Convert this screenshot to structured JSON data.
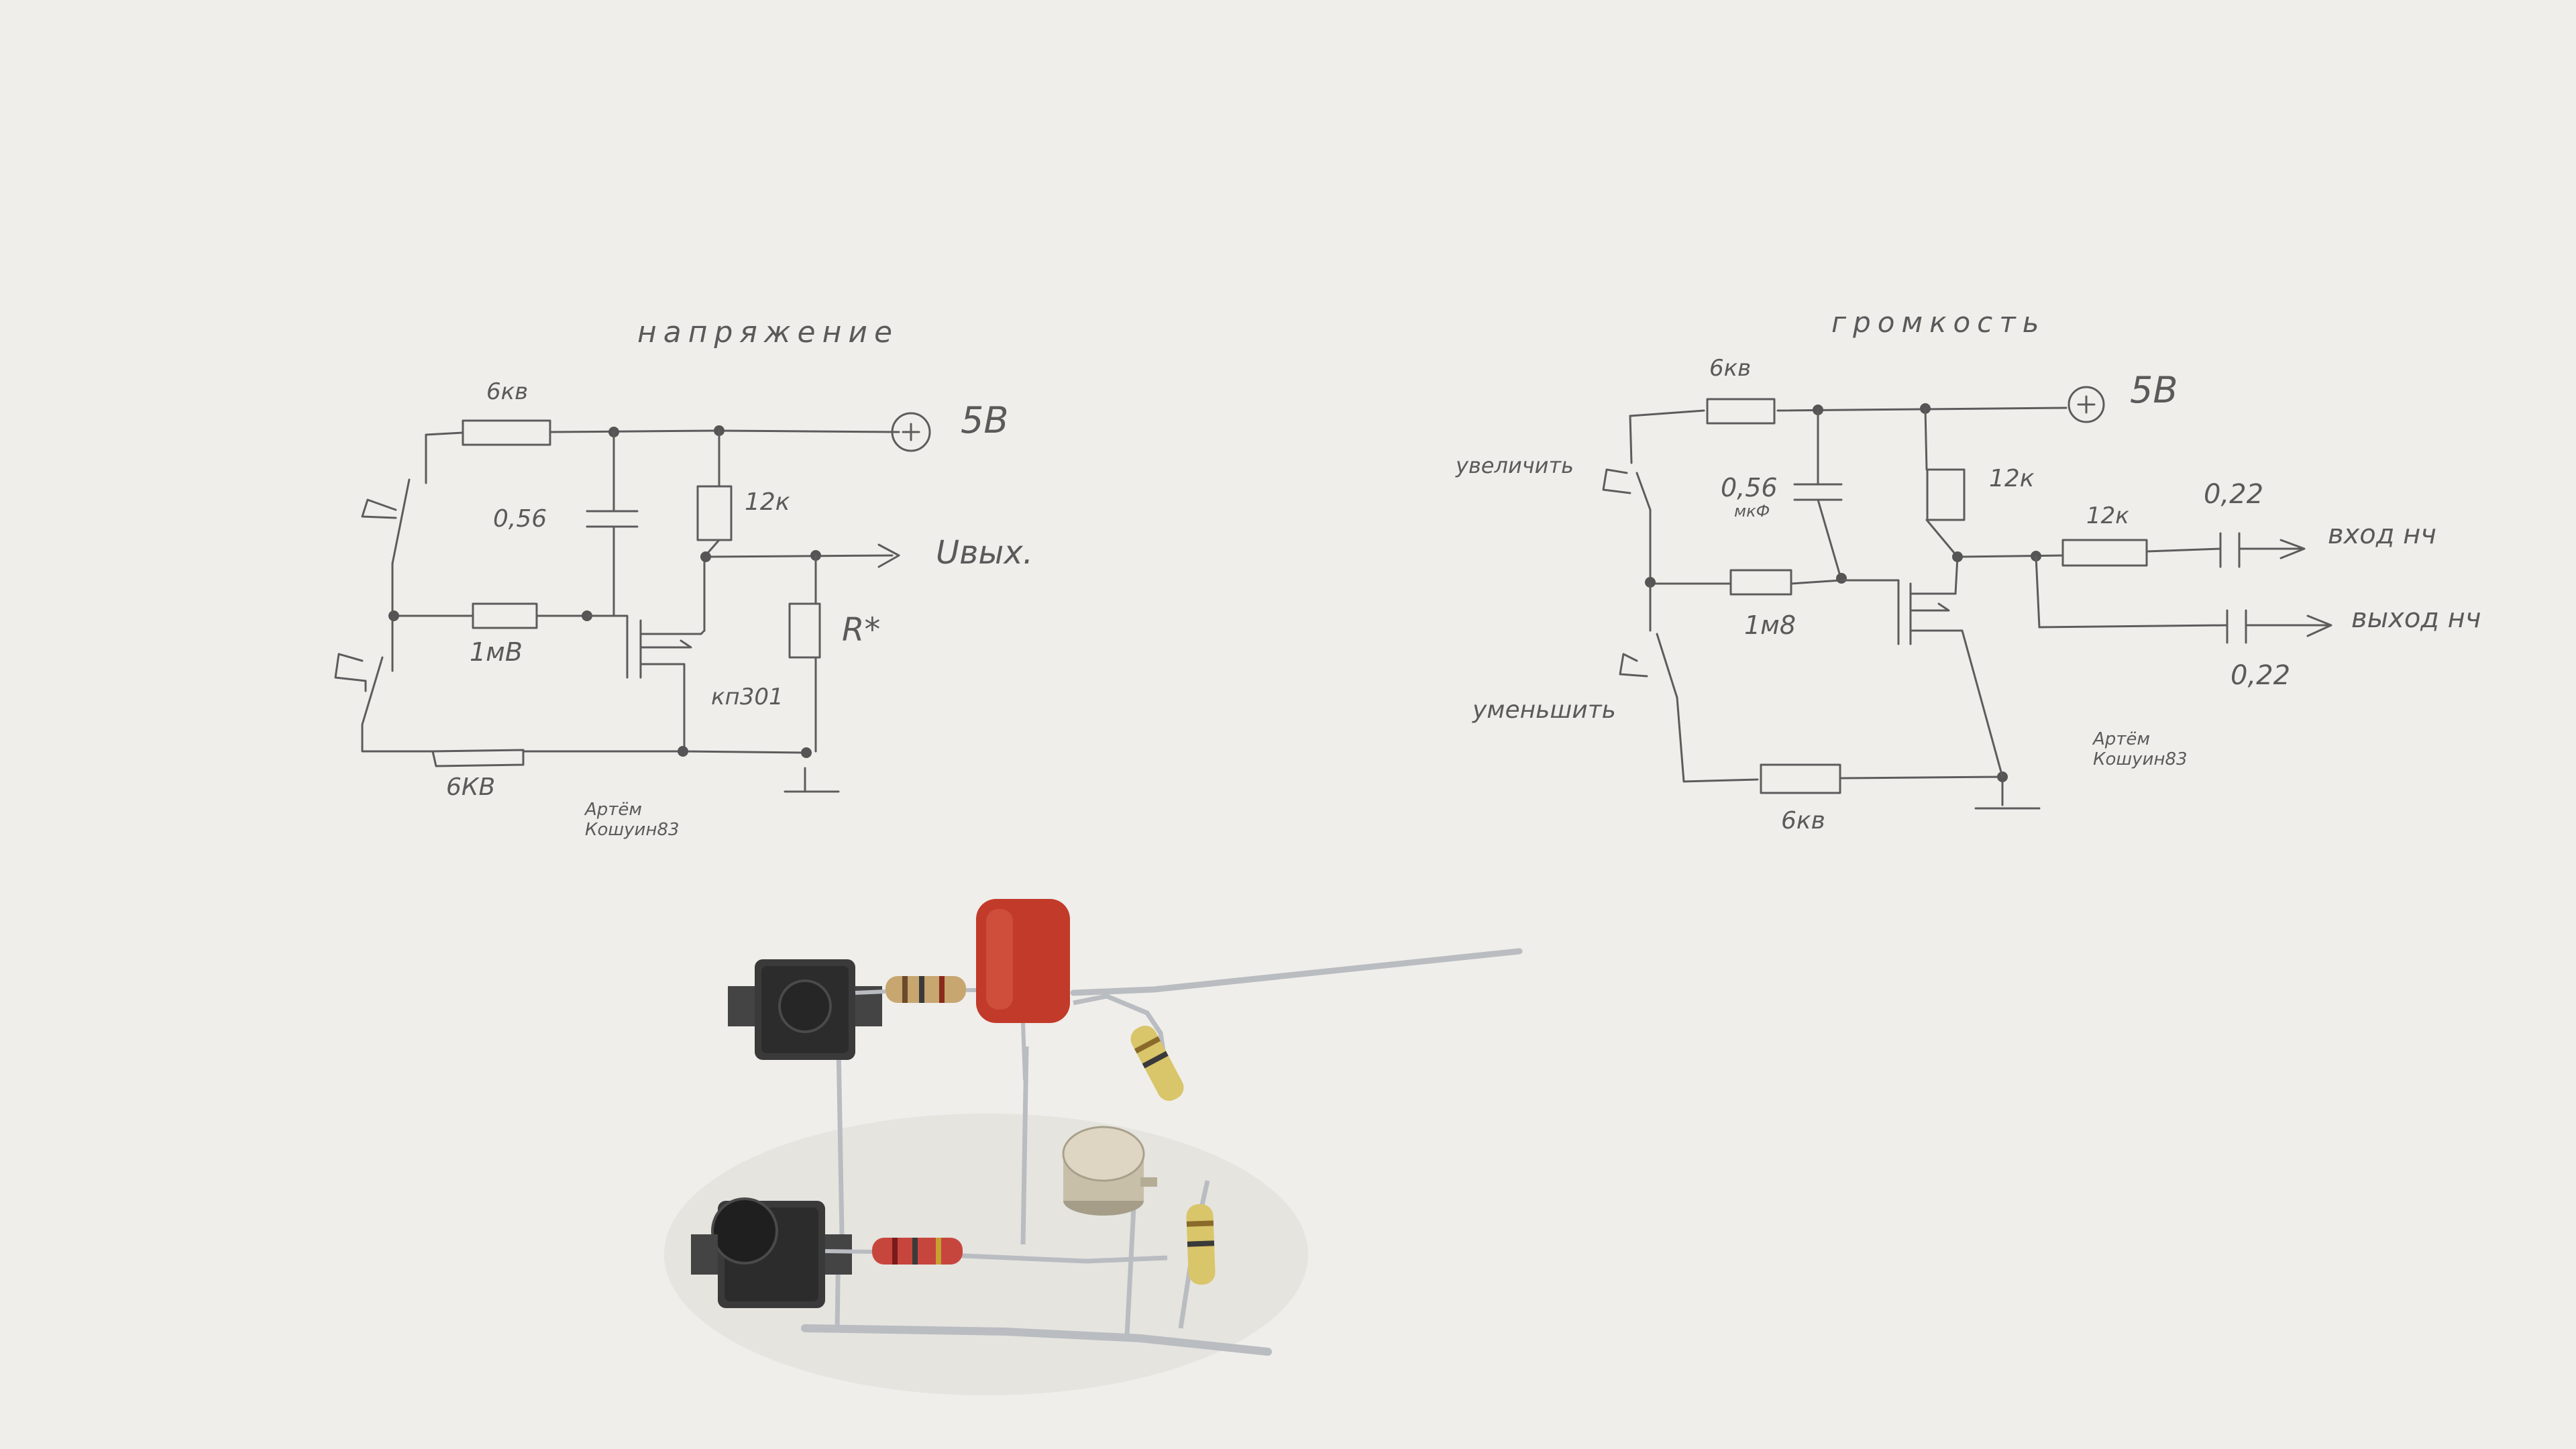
{
  "left_schematic": {
    "title": "напряжение",
    "resistor_top": "6кв",
    "capacitor": "0,56",
    "resistor_drain": "12к",
    "supply": "5В",
    "output": "Uвых.",
    "load": "R*",
    "resistor_gate": "1мВ",
    "transistor": "кп301",
    "resistor_bottom": "6КВ",
    "author": [
      "Артём",
      "Кошуин83"
    ]
  },
  "right_schematic": {
    "title": "громкость",
    "resistor_top": "6кв",
    "supply": "5В",
    "button_up": "увеличить",
    "capacitor": [
      "0,56",
      "мкФ"
    ],
    "resistor_drain": "12к",
    "resistor_series": "12к",
    "cap_in": "0,22",
    "input_label": "вход нч",
    "resistor_gate": "1м8",
    "output_label": "выход нч",
    "cap_out": "0,22",
    "button_down": "уменьшить",
    "resistor_bottom": "6кв",
    "author": [
      "Артём",
      "Кошуин83"
    ]
  },
  "colors": {
    "paper": "#efeeea",
    "ink": "#5c5c5c",
    "capacitor_red": "#c23a2a",
    "resistor_tan": "#c7a670",
    "resistor_yellow": "#d9c56a",
    "resistor_red": "#c6463d",
    "switch_body": "#3a3a3a",
    "wire_silver": "#b9bcc0",
    "transistor_metal": "#c8bfa9"
  }
}
